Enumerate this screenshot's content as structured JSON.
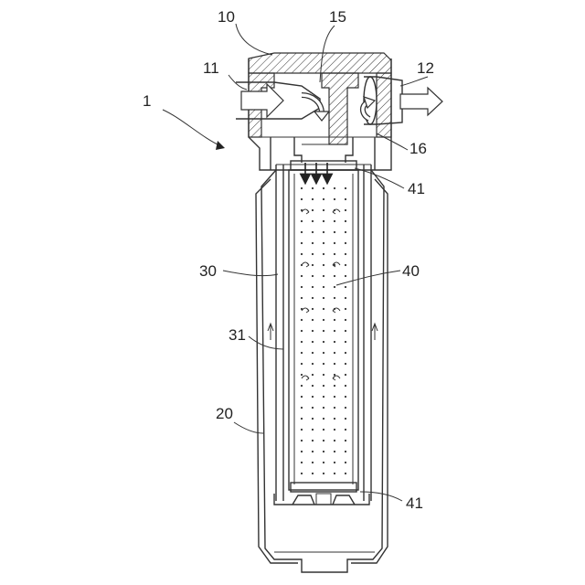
{
  "labels": {
    "filter_device": "1",
    "head": "10",
    "inlet": "11",
    "outlet": "12",
    "head_passage": "15",
    "outlet_passage": "16",
    "bowl": "20",
    "outer_tube": "30",
    "tube_wall": "31",
    "filter_element": "40",
    "end_cap_top": "41",
    "end_cap_bottom": "41"
  },
  "colors": {
    "line": "#333333",
    "background": "#ffffff"
  }
}
